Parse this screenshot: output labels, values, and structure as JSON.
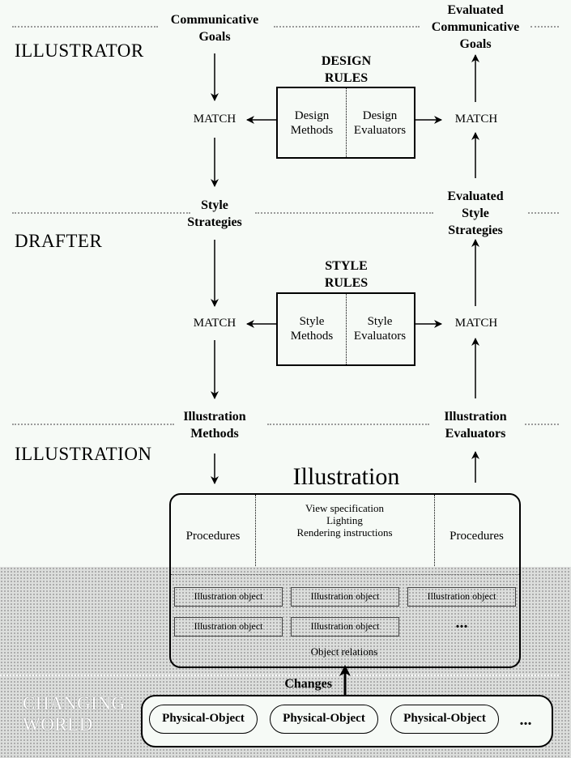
{
  "layers": {
    "illustrator": "ILLUSTRATOR",
    "drafter": "DRAFTER",
    "illustration": "ILLUSTRATION",
    "changing_world_1": "CHANGING",
    "changing_world_2": "WORLD"
  },
  "left_column": {
    "goals_1": "Communicative",
    "goals_2": "Goals",
    "match_top": "MATCH",
    "strategies_1": "Style",
    "strategies_2": "Strategies",
    "match_mid": "MATCH",
    "methods_1": "Illustration",
    "methods_2": "Methods"
  },
  "right_column": {
    "eval_goals_1": "Evaluated",
    "eval_goals_2": "Communicative",
    "eval_goals_3": "Goals",
    "match_top": "MATCH",
    "eval_strat_1": "Evaluated",
    "eval_strat_2": "Style",
    "eval_strat_3": "Strategies",
    "match_mid": "MATCH",
    "evaluators_1": "Illustration",
    "evaluators_2": "Evaluators"
  },
  "design_rules": {
    "title_1": "DESIGN",
    "title_2": "RULES",
    "methods_1": "Design",
    "methods_2": "Methods",
    "evaluators_1": "Design",
    "evaluators_2": "Evaluators"
  },
  "style_rules": {
    "title_1": "STYLE",
    "title_2": "RULES",
    "methods_1": "Style",
    "methods_2": "Methods",
    "evaluators_1": "Style",
    "evaluators_2": "Evaluators"
  },
  "illustration": {
    "title": "Illustration",
    "procedures_left": "Procedures",
    "procedures_right": "Procedures",
    "spec_1": "View specification",
    "spec_2": "Lighting",
    "spec_3": "Rendering instructions",
    "objects": [
      "Illustration object",
      "Illustration object",
      "Illustration object",
      "Illustration object",
      "Illustration object"
    ],
    "ellipsis": "...",
    "relations": "Object relations"
  },
  "world": {
    "changes": "Changes",
    "objects": [
      "Physical-Object",
      "Physical-Object",
      "Physical-Object"
    ],
    "ellipsis": "..."
  }
}
